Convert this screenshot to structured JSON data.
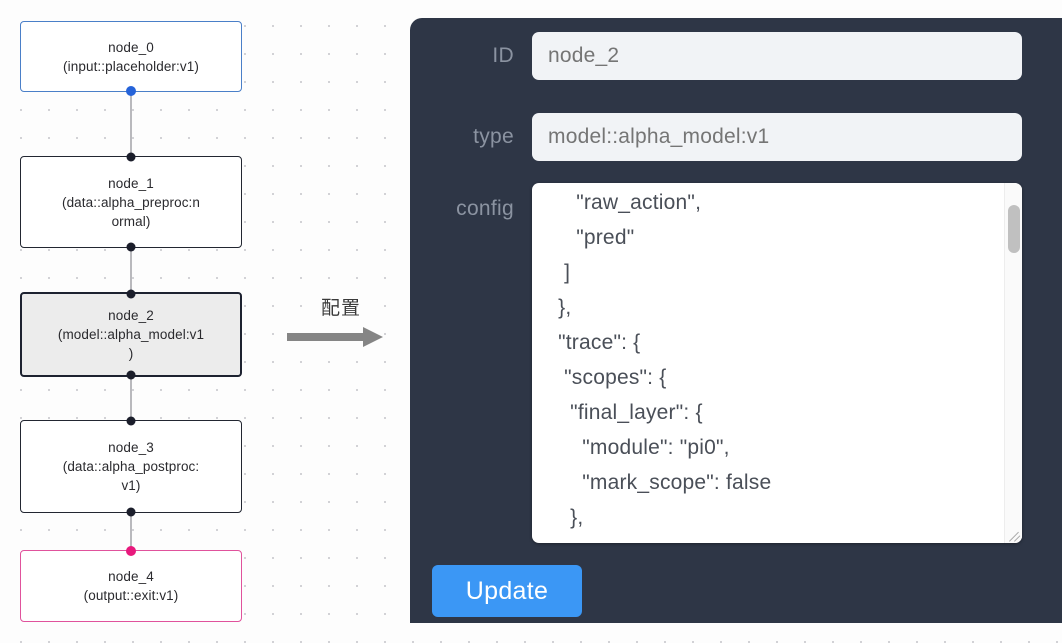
{
  "graph": {
    "nodes": [
      {
        "id": "node_0",
        "type_line": "(input::placeholder:v1)",
        "variant": "input"
      },
      {
        "id": "node_1",
        "type_line": "(data::alpha_preproc:n\normal)",
        "variant": "default"
      },
      {
        "id": "node_2",
        "type_line": "(model::alpha_model:v1\n)",
        "variant": "selected"
      },
      {
        "id": "node_3",
        "type_line": "(data::alpha_postproc:\nv1)",
        "variant": "default"
      },
      {
        "id": "node_4",
        "type_line": "(output::exit:v1)",
        "variant": "output"
      }
    ],
    "colors": {
      "input_border": "#4a7fc8",
      "output_border": "#e0529c",
      "input_port": "#2563d9",
      "output_port": "#e8197d",
      "default_border": "#222631",
      "selected_fill": "#ececec",
      "edge": "#b9b9bd"
    }
  },
  "annotation": {
    "label": "配置",
    "arrow_color": "#858585"
  },
  "panel": {
    "background": "#2e3646",
    "fields": {
      "id": {
        "label": "ID",
        "value": "node_2",
        "placeholder": "node_2"
      },
      "type": {
        "label": "type",
        "value": "model::alpha_model:v1",
        "placeholder": "model::alpha_model:v1"
      },
      "config": {
        "label": "config",
        "value": "      \"raw_action\",\n      \"pred\"\n    ]\n   },\n   \"trace\": {\n    \"scopes\": {\n     \"final_layer\": {\n       \"module\": \"pi0\",\n       \"mark_scope\": false\n     },\n     \"action_model\": {"
      }
    },
    "update_button": {
      "label": "Update",
      "color": "#3b97f5"
    }
  }
}
